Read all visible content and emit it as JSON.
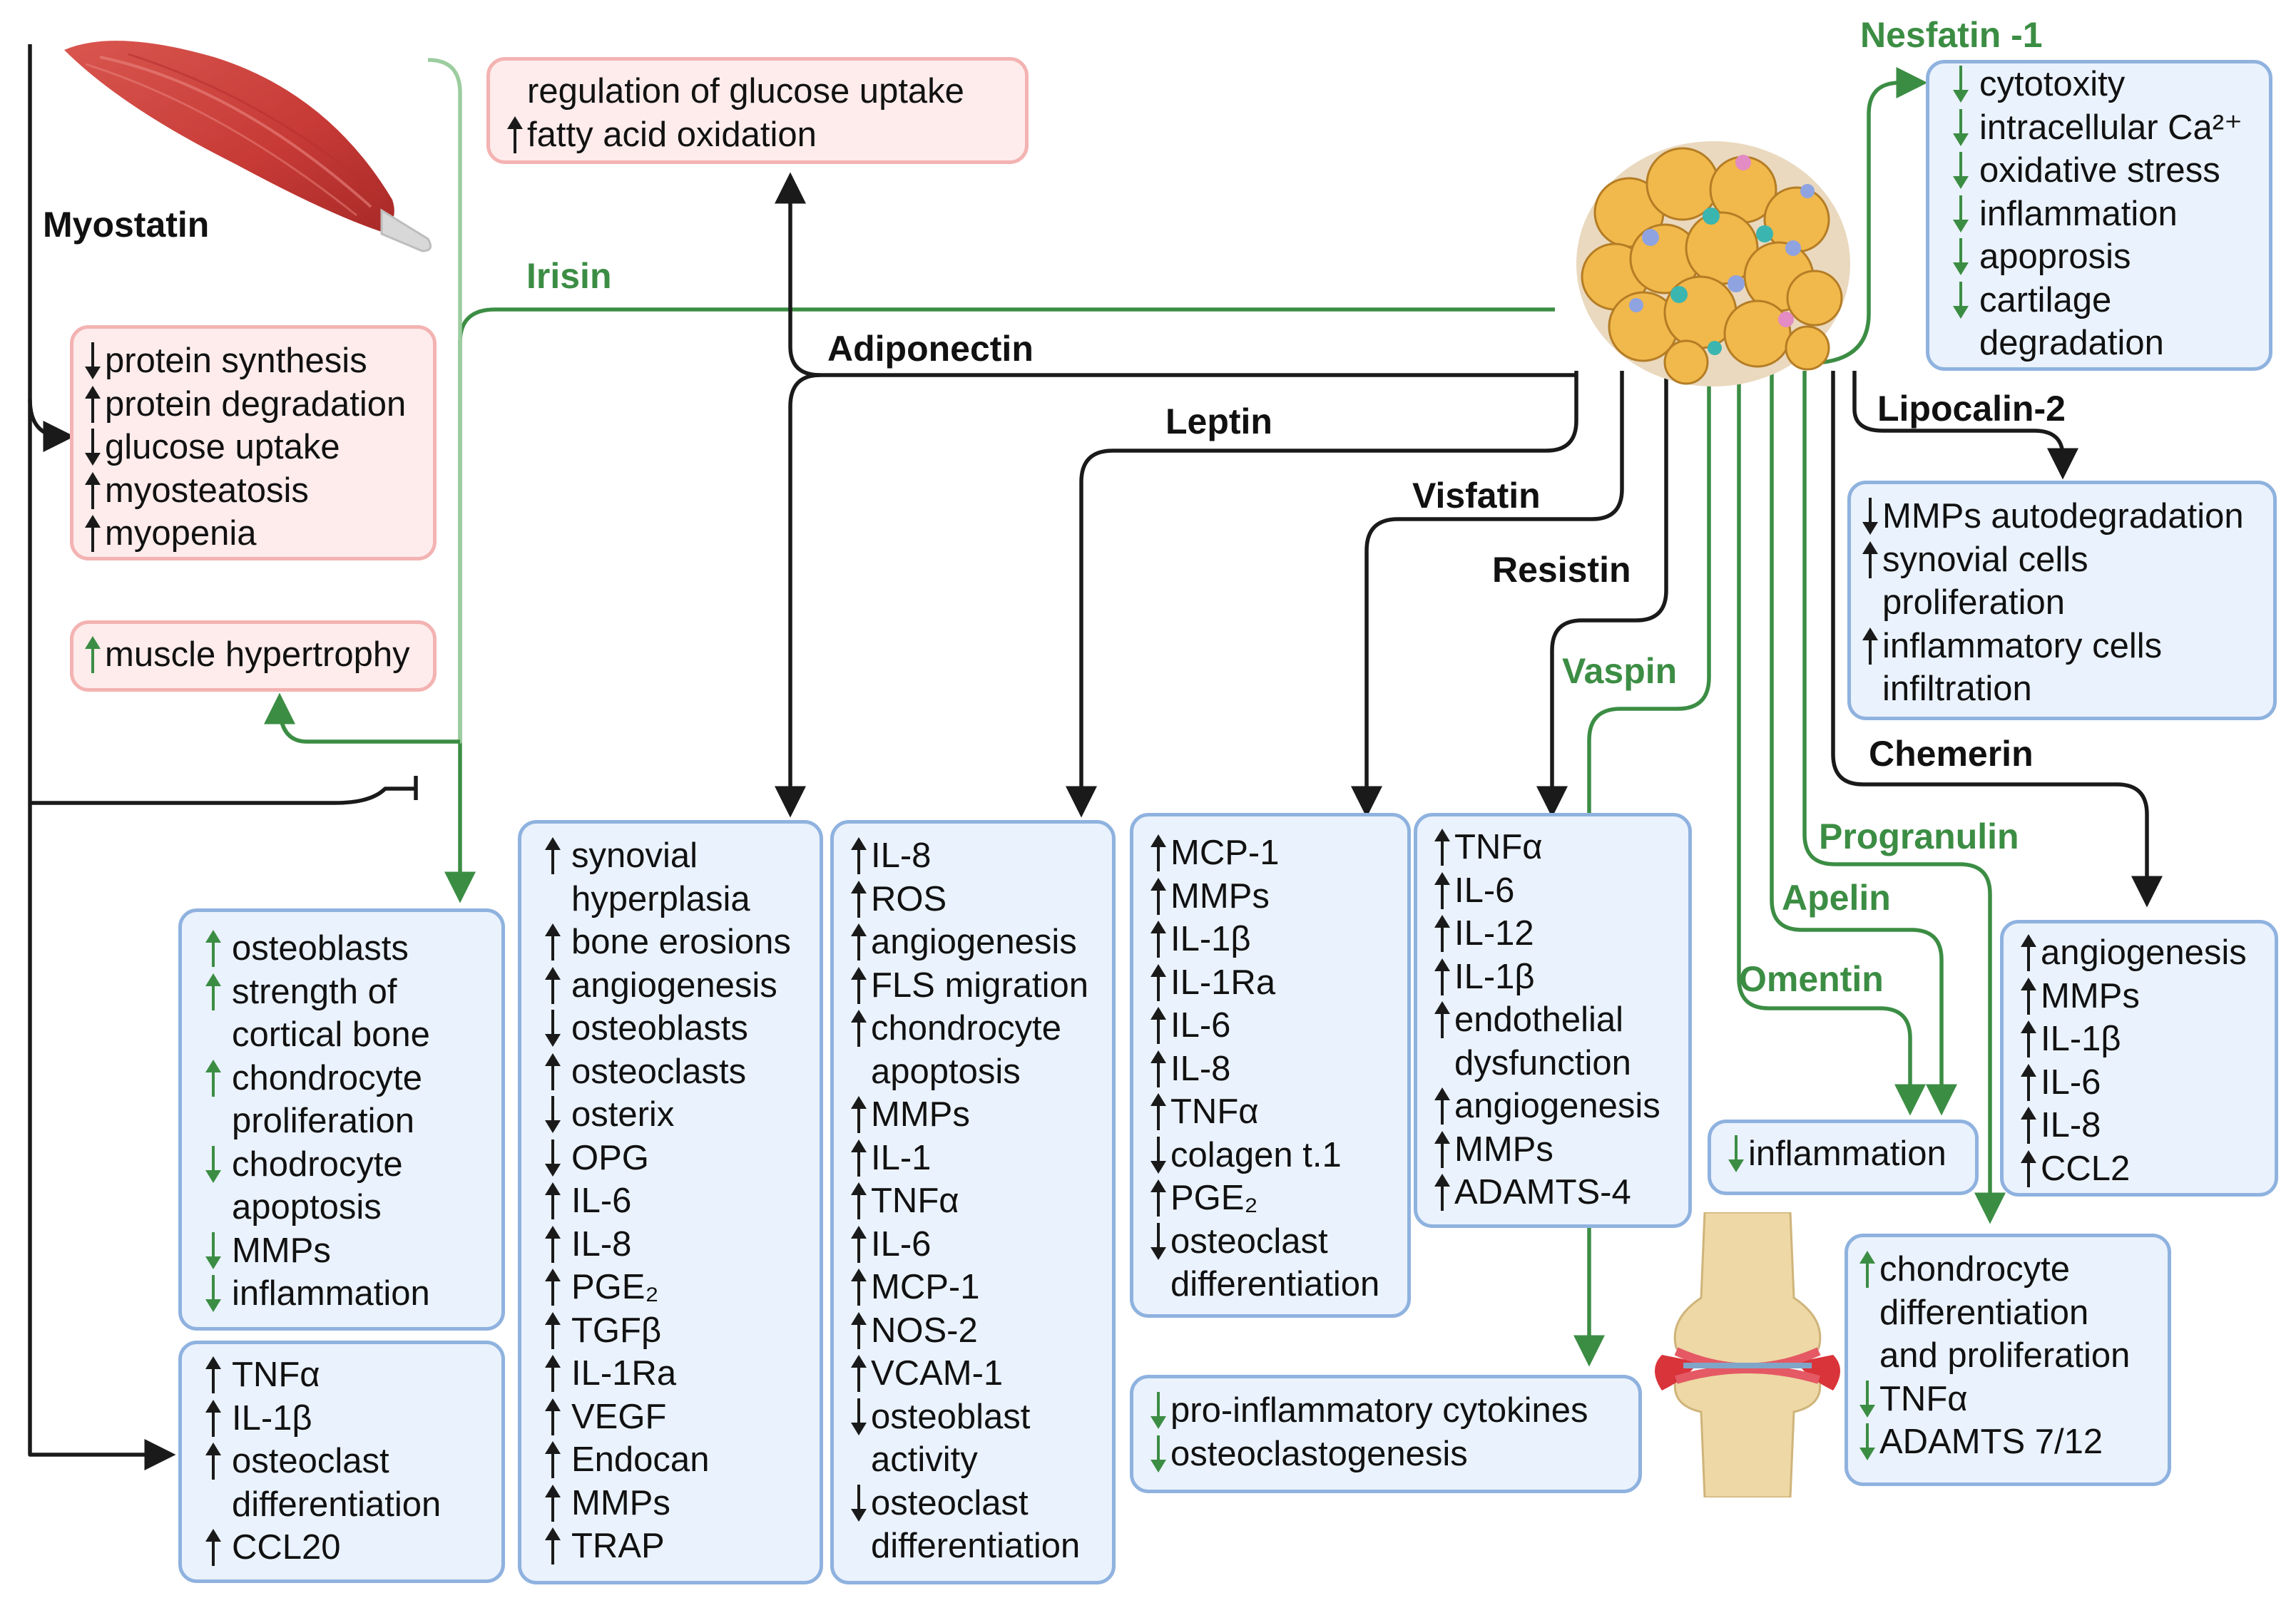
{
  "colors": {
    "green": "#3c8d44",
    "dark": "#1a1a1a",
    "blue_fill": "#eaf2fd",
    "blue_border": "#8fb2df",
    "pink_fill": "#fdeceb",
    "pink_border": "#f3b3b2"
  },
  "icons": {
    "muscle": "muscle-illustration",
    "adipose": "adipose-tissue-illustration",
    "knee": "knee-joint-illustration"
  },
  "labels": {
    "myostatin": "Myostatin",
    "irisin": "Irisin",
    "adiponectin": "Adiponectin",
    "leptin": "Leptin",
    "visfatin": "Visfatin",
    "resistin": "Resistin",
    "vaspin": "Vaspin",
    "nesfatin": "Nesfatin -1",
    "lipocalin": "Lipocalin-2",
    "chemerin": "Chemerin",
    "progranulin": "Progranulin",
    "apelin": "Apelin",
    "omentin": "Omentin"
  },
  "boxes": {
    "adiponectin_metabolic": {
      "items": [
        {
          "arrow": "none",
          "text": "regulation of glucose uptake"
        },
        {
          "arrow": "up",
          "text": "fatty acid oxidation"
        }
      ]
    },
    "myostatin_muscle": {
      "items": [
        {
          "arrow": "down",
          "text": "protein synthesis"
        },
        {
          "arrow": "up",
          "text": "protein degradation"
        },
        {
          "arrow": "down",
          "text": "glucose uptake"
        },
        {
          "arrow": "up",
          "text": "myosteatosis"
        },
        {
          "arrow": "up",
          "text": "myopenia"
        }
      ]
    },
    "irisin_muscle": {
      "items": [
        {
          "arrow": "up",
          "text": "muscle hypertrophy"
        }
      ]
    },
    "irisin_joint": {
      "items": [
        {
          "arrow": "up",
          "text": "osteoblasts"
        },
        {
          "arrow": "up",
          "text": "strength of"
        },
        {
          "arrow": "none",
          "text": "cortical bone"
        },
        {
          "arrow": "up",
          "text": "chondrocyte"
        },
        {
          "arrow": "none",
          "text": "proliferation"
        },
        {
          "arrow": "down",
          "text": "chodrocyte"
        },
        {
          "arrow": "none",
          "text": "apoptosis"
        },
        {
          "arrow": "down",
          "text": "MMPs"
        },
        {
          "arrow": "down",
          "text": "inflammation"
        }
      ]
    },
    "myostatin_joint": {
      "items": [
        {
          "arrow": "up",
          "text": "TNFα"
        },
        {
          "arrow": "up",
          "text": "IL-1β"
        },
        {
          "arrow": "up",
          "text": "osteoclast"
        },
        {
          "arrow": "none",
          "text": "differentiation"
        },
        {
          "arrow": "up",
          "text": "CCL20"
        }
      ]
    },
    "adiponectin_joint": {
      "items": [
        {
          "arrow": "up",
          "text": "synovial"
        },
        {
          "arrow": "none",
          "text": "hyperplasia"
        },
        {
          "arrow": "up",
          "text": "bone erosions"
        },
        {
          "arrow": "up",
          "text": "angiogenesis"
        },
        {
          "arrow": "down",
          "text": "osteoblasts"
        },
        {
          "arrow": "up",
          "text": "osteoclasts"
        },
        {
          "arrow": "down",
          "text": "osterix"
        },
        {
          "arrow": "down",
          "text": "OPG"
        },
        {
          "arrow": "up",
          "text": "IL-6"
        },
        {
          "arrow": "up",
          "text": "IL-8"
        },
        {
          "arrow": "up",
          "text": "PGE₂"
        },
        {
          "arrow": "up",
          "text": "TGFβ"
        },
        {
          "arrow": "up",
          "text": "IL-1Ra"
        },
        {
          "arrow": "up",
          "text": "VEGF"
        },
        {
          "arrow": "up",
          "text": "Endocan"
        },
        {
          "arrow": "up",
          "text": "MMPs"
        },
        {
          "arrow": "up",
          "text": "TRAP"
        }
      ]
    },
    "leptin_joint": {
      "items": [
        {
          "arrow": "up",
          "text": "IL-8"
        },
        {
          "arrow": "up",
          "text": "ROS"
        },
        {
          "arrow": "up",
          "text": "angiogenesis"
        },
        {
          "arrow": "up",
          "text": "FLS migration"
        },
        {
          "arrow": "up",
          "text": "chondrocyte"
        },
        {
          "arrow": "none",
          "text": "apoptosis"
        },
        {
          "arrow": "up",
          "text": "MMPs"
        },
        {
          "arrow": "up",
          "text": "IL-1"
        },
        {
          "arrow": "up",
          "text": "TNFα"
        },
        {
          "arrow": "up",
          "text": "IL-6"
        },
        {
          "arrow": "up",
          "text": "MCP-1"
        },
        {
          "arrow": "up",
          "text": "NOS-2"
        },
        {
          "arrow": "up",
          "text": "VCAM-1"
        },
        {
          "arrow": "down",
          "text": "osteoblast"
        },
        {
          "arrow": "none",
          "text": "activity"
        },
        {
          "arrow": "down",
          "text": "osteoclast"
        },
        {
          "arrow": "none",
          "text": "differentiation"
        }
      ]
    },
    "visfatin_joint": {
      "items": [
        {
          "arrow": "up",
          "text": "MCP-1"
        },
        {
          "arrow": "up",
          "text": "MMPs"
        },
        {
          "arrow": "up",
          "text": "IL-1β"
        },
        {
          "arrow": "up",
          "text": "IL-1Ra"
        },
        {
          "arrow": "up",
          "text": "IL-6"
        },
        {
          "arrow": "up",
          "text": "IL-8"
        },
        {
          "arrow": "up",
          "text": "TNFα"
        },
        {
          "arrow": "down",
          "text": "colagen t.1"
        },
        {
          "arrow": "up",
          "text": "PGE₂"
        },
        {
          "arrow": "down",
          "text": "osteoclast"
        },
        {
          "arrow": "none",
          "text": "differentiation"
        }
      ]
    },
    "resistin_joint": {
      "items": [
        {
          "arrow": "up",
          "text": "TNFα"
        },
        {
          "arrow": "up",
          "text": "IL-6"
        },
        {
          "arrow": "up",
          "text": "IL-12"
        },
        {
          "arrow": "up",
          "text": "IL-1β"
        },
        {
          "arrow": "up",
          "text": "endothelial"
        },
        {
          "arrow": "none",
          "text": "dysfunction"
        },
        {
          "arrow": "up",
          "text": "angiogenesis"
        },
        {
          "arrow": "up",
          "text": "MMPs"
        },
        {
          "arrow": "up",
          "text": "ADAMTS-4"
        }
      ]
    },
    "vaspin_joint": {
      "items": [
        {
          "arrow": "down",
          "text": "pro-inflammatory cytokines"
        },
        {
          "arrow": "down",
          "text": "osteoclastogenesis"
        }
      ]
    },
    "nesfatin_joint": {
      "items": [
        {
          "arrow": "down",
          "text": "cytotoxity"
        },
        {
          "arrow": "down",
          "text": "intracellular Ca²⁺"
        },
        {
          "arrow": "down",
          "text": "oxidative stress"
        },
        {
          "arrow": "down",
          "text": "inflammation"
        },
        {
          "arrow": "down",
          "text": "apoprosis"
        },
        {
          "arrow": "down",
          "text": "cartilage"
        },
        {
          "arrow": "none",
          "text": "degradation"
        }
      ]
    },
    "lipocalin_joint": {
      "items": [
        {
          "arrow": "down",
          "text": "MMPs autodegradation"
        },
        {
          "arrow": "up",
          "text": "synovial cells"
        },
        {
          "arrow": "none",
          "text": "proliferation"
        },
        {
          "arrow": "up",
          "text": "inflammatory cells"
        },
        {
          "arrow": "none",
          "text": "infiltration"
        }
      ]
    },
    "chemerin_joint": {
      "items": [
        {
          "arrow": "up",
          "text": "angiogenesis"
        },
        {
          "arrow": "up",
          "text": "MMPs"
        },
        {
          "arrow": "up",
          "text": "IL-1β"
        },
        {
          "arrow": "up",
          "text": "IL-6"
        },
        {
          "arrow": "up",
          "text": "IL-8"
        },
        {
          "arrow": "up",
          "text": "CCL2"
        }
      ]
    },
    "omentin_apelin_joint": {
      "items": [
        {
          "arrow": "down",
          "text": "inflammation"
        }
      ]
    },
    "progranulin_joint": {
      "items": [
        {
          "arrow": "up",
          "text": "chondrocyte"
        },
        {
          "arrow": "none",
          "text": "differentiation"
        },
        {
          "arrow": "none",
          "text": "and proliferation"
        },
        {
          "arrow": "down",
          "text": "TNFα"
        },
        {
          "arrow": "down",
          "text": "ADAMTS 7/12"
        }
      ]
    }
  }
}
